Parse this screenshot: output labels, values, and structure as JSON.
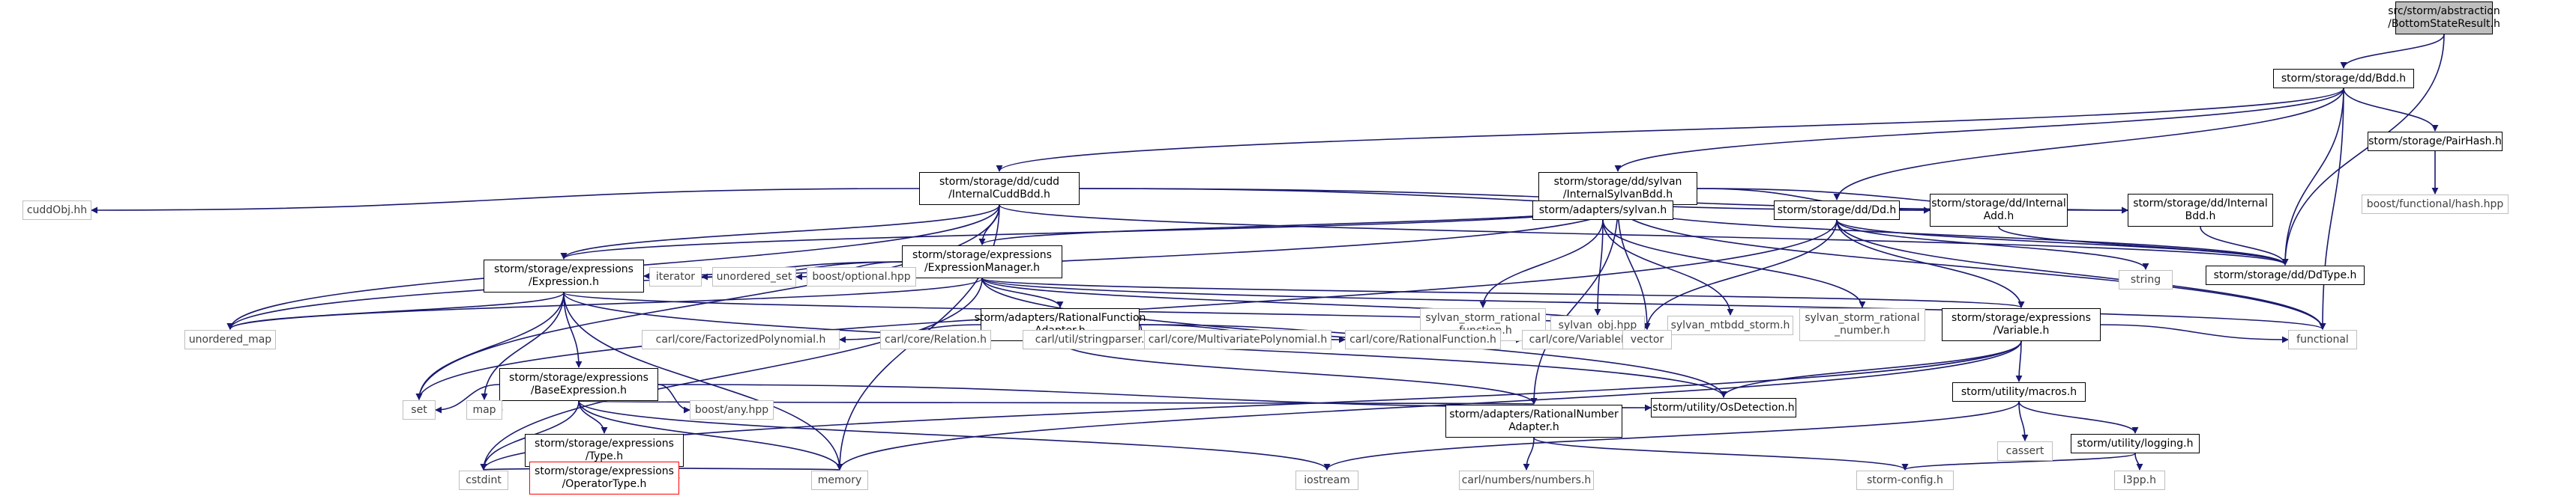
{
  "graph": {
    "edge_color": "#191970",
    "nodes": [
      {
        "id": "root",
        "kind": "root",
        "lines": [
          "src/storm/abstraction",
          "/BottomStateResult.h"
        ]
      },
      {
        "id": "bdd",
        "kind": "boxed",
        "lines": [
          "storm/storage/dd/Bdd.h"
        ]
      },
      {
        "id": "cudd",
        "kind": "boxed",
        "lines": [
          "storm/storage/dd/cudd",
          "/InternalCuddBdd.h"
        ]
      },
      {
        "id": "sylvanbdd",
        "kind": "boxed",
        "lines": [
          "storm/storage/dd/sylvan",
          "/InternalSylvanBdd.h"
        ]
      },
      {
        "id": "pairhash",
        "kind": "boxed",
        "lines": [
          "storm/storage/PairHash.h"
        ]
      },
      {
        "id": "boosthash",
        "kind": "plain",
        "lines": [
          "boost/functional/hash.hpp"
        ]
      },
      {
        "id": "cuddobj",
        "kind": "plain",
        "lines": [
          "cuddObj.hh"
        ]
      },
      {
        "id": "exprmgr",
        "kind": "boxed",
        "lines": [
          "storm/storage/expressions",
          "/ExpressionManager.h"
        ]
      },
      {
        "id": "adsylvan",
        "kind": "boxed",
        "lines": [
          "storm/adapters/sylvan.h"
        ]
      },
      {
        "id": "dd",
        "kind": "boxed",
        "lines": [
          "storm/storage/dd/Dd.h"
        ]
      },
      {
        "id": "intadd",
        "kind": "boxed",
        "lines": [
          "storm/storage/dd/Internal",
          "Add.h"
        ]
      },
      {
        "id": "intbdd",
        "kind": "boxed",
        "lines": [
          "storm/storage/dd/Internal",
          "Bdd.h"
        ]
      },
      {
        "id": "ddtype",
        "kind": "boxed",
        "lines": [
          "storm/storage/dd/DdType.h"
        ]
      },
      {
        "id": "expression",
        "kind": "boxed",
        "lines": [
          "storm/storage/expressions",
          "/Expression.h"
        ]
      },
      {
        "id": "iterator",
        "kind": "plain",
        "lines": [
          "iterator"
        ]
      },
      {
        "id": "uset",
        "kind": "plain",
        "lines": [
          "unordered_set"
        ]
      },
      {
        "id": "boostopt",
        "kind": "plain",
        "lines": [
          "boost/optional.hpp"
        ]
      },
      {
        "id": "rfadapter",
        "kind": "boxed",
        "lines": [
          "storm/adapters/RationalFunction",
          "Adapter.h"
        ]
      },
      {
        "id": "ratfunc",
        "kind": "plain",
        "lines": [
          "sylvan_storm_rational",
          "_function.h"
        ]
      },
      {
        "id": "sylobj",
        "kind": "plain",
        "lines": [
          "sylvan_obj.hpp"
        ]
      },
      {
        "id": "mtbdd",
        "kind": "plain",
        "lines": [
          "sylvan_mtbdd_storm.h"
        ]
      },
      {
        "id": "ratnum",
        "kind": "plain",
        "lines": [
          "sylvan_storm_rational",
          "_number.h"
        ]
      },
      {
        "id": "variable",
        "kind": "boxed",
        "lines": [
          "storm/storage/expressions",
          "/Variable.h"
        ]
      },
      {
        "id": "string",
        "kind": "plain",
        "lines": [
          "string"
        ]
      },
      {
        "id": "umap",
        "kind": "plain",
        "lines": [
          "unordered_map"
        ]
      },
      {
        "id": "baseexpr",
        "kind": "boxed",
        "lines": [
          "storm/storage/expressions",
          "/BaseExpression.h"
        ]
      },
      {
        "id": "factpoly",
        "kind": "plain",
        "lines": [
          "carl/core/FactorizedPolynomial.h"
        ]
      },
      {
        "id": "relation",
        "kind": "plain",
        "lines": [
          "carl/core/Relation.h"
        ]
      },
      {
        "id": "stringparser",
        "kind": "plain",
        "lines": [
          "carl/util/stringparser.h"
        ]
      },
      {
        "id": "multipoly",
        "kind": "plain",
        "lines": [
          "carl/core/MultivariatePolynomial.h"
        ]
      },
      {
        "id": "ratfunction",
        "kind": "plain",
        "lines": [
          "carl/core/RationalFunction.h"
        ]
      },
      {
        "id": "varpool",
        "kind": "plain",
        "lines": [
          "carl/core/VariablePool.h"
        ]
      },
      {
        "id": "vector",
        "kind": "plain",
        "lines": [
          "vector"
        ]
      },
      {
        "id": "macros",
        "kind": "boxed",
        "lines": [
          "storm/utility/macros.h"
        ]
      },
      {
        "id": "functional",
        "kind": "plain",
        "lines": [
          "functional"
        ]
      },
      {
        "id": "set",
        "kind": "plain",
        "lines": [
          "set"
        ]
      },
      {
        "id": "map",
        "kind": "plain",
        "lines": [
          "map"
        ]
      },
      {
        "id": "boostany",
        "kind": "plain",
        "lines": [
          "boost/any.hpp"
        ]
      },
      {
        "id": "typeh",
        "kind": "boxed",
        "lines": [
          "storm/storage/expressions",
          "/Type.h"
        ]
      },
      {
        "id": "rnadapter",
        "kind": "boxed",
        "lines": [
          "storm/adapters/RationalNumber",
          "Adapter.h"
        ]
      },
      {
        "id": "osdetect",
        "kind": "boxed",
        "lines": [
          "storm/utility/OsDetection.h"
        ]
      },
      {
        "id": "cassert",
        "kind": "plain",
        "lines": [
          "cassert"
        ]
      },
      {
        "id": "logging",
        "kind": "boxed",
        "lines": [
          "storm/utility/logging.h"
        ]
      },
      {
        "id": "cstdint",
        "kind": "plain",
        "lines": [
          "cstdint"
        ]
      },
      {
        "id": "optype",
        "kind": "red",
        "lines": [
          "storm/storage/expressions",
          "/OperatorType.h"
        ]
      },
      {
        "id": "memory",
        "kind": "plain",
        "lines": [
          "memory"
        ]
      },
      {
        "id": "iostream",
        "kind": "plain",
        "lines": [
          "iostream"
        ]
      },
      {
        "id": "numbers",
        "kind": "plain",
        "lines": [
          "carl/numbers/numbers.h"
        ]
      },
      {
        "id": "stormconfig",
        "kind": "plain",
        "lines": [
          "storm-config.h"
        ]
      },
      {
        "id": "l3pp",
        "kind": "plain",
        "lines": [
          "l3pp.h"
        ]
      }
    ],
    "edges": [
      [
        "root",
        "bdd"
      ],
      [
        "root",
        "ddtype"
      ],
      [
        "bdd",
        "cudd"
      ],
      [
        "bdd",
        "sylvanbdd"
      ],
      [
        "bdd",
        "pairhash"
      ],
      [
        "bdd",
        "dd"
      ],
      [
        "bdd",
        "ddtype"
      ],
      [
        "bdd",
        "functional"
      ],
      [
        "pairhash",
        "boosthash"
      ],
      [
        "cudd",
        "cuddobj"
      ],
      [
        "cudd",
        "exprmgr"
      ],
      [
        "cudd",
        "expression"
      ],
      [
        "cudd",
        "intadd"
      ],
      [
        "cudd",
        "intbdd"
      ],
      [
        "cudd",
        "ddtype"
      ],
      [
        "cudd",
        "umap"
      ],
      [
        "cudd",
        "set"
      ],
      [
        "cudd",
        "memory"
      ],
      [
        "sylvanbdd",
        "adsylvan"
      ],
      [
        "sylvanbdd",
        "exprmgr"
      ],
      [
        "sylvanbdd",
        "expression"
      ],
      [
        "sylvanbdd",
        "intadd"
      ],
      [
        "sylvanbdd",
        "intbdd"
      ],
      [
        "sylvanbdd",
        "ddtype"
      ],
      [
        "sylvanbdd",
        "umap"
      ],
      [
        "sylvanbdd",
        "functional"
      ],
      [
        "sylvanbdd",
        "vector"
      ],
      [
        "sylvanbdd",
        "rnadapter"
      ],
      [
        "adsylvan",
        "ratfunc"
      ],
      [
        "adsylvan",
        "sylobj"
      ],
      [
        "adsylvan",
        "mtbdd"
      ],
      [
        "adsylvan",
        "ratnum"
      ],
      [
        "exprmgr",
        "expression"
      ],
      [
        "exprmgr",
        "iterator"
      ],
      [
        "exprmgr",
        "uset"
      ],
      [
        "exprmgr",
        "boostopt"
      ],
      [
        "exprmgr",
        "rfadapter"
      ],
      [
        "exprmgr",
        "variable"
      ],
      [
        "exprmgr",
        "umap"
      ],
      [
        "exprmgr",
        "cstdint"
      ],
      [
        "exprmgr",
        "vector"
      ],
      [
        "exprmgr",
        "osdetect"
      ],
      [
        "exprmgr",
        "functional"
      ],
      [
        "dd",
        "variable"
      ],
      [
        "dd",
        "string"
      ],
      [
        "dd",
        "ddtype"
      ],
      [
        "dd",
        "vector"
      ],
      [
        "dd",
        "functional"
      ],
      [
        "dd",
        "set"
      ],
      [
        "intadd",
        "ddtype"
      ],
      [
        "intbdd",
        "ddtype"
      ],
      [
        "expression",
        "umap"
      ],
      [
        "expression",
        "baseexpr"
      ],
      [
        "expression",
        "set"
      ],
      [
        "expression",
        "map"
      ],
      [
        "expression",
        "vector"
      ],
      [
        "expression",
        "memory"
      ],
      [
        "expression",
        "osdetect"
      ],
      [
        "rfadapter",
        "factpoly"
      ],
      [
        "rfadapter",
        "relation"
      ],
      [
        "rfadapter",
        "stringparser"
      ],
      [
        "rfadapter",
        "multipoly"
      ],
      [
        "rfadapter",
        "ratfunction"
      ],
      [
        "rfadapter",
        "varpool"
      ],
      [
        "rfadapter",
        "rnadapter"
      ],
      [
        "variable",
        "macros"
      ],
      [
        "variable",
        "functional"
      ],
      [
        "variable",
        "osdetect"
      ],
      [
        "variable",
        "memory"
      ],
      [
        "variable",
        "cstdint"
      ],
      [
        "baseexpr",
        "set"
      ],
      [
        "baseexpr",
        "map"
      ],
      [
        "baseexpr",
        "cstdint"
      ],
      [
        "baseexpr",
        "boostany"
      ],
      [
        "baseexpr",
        "typeh"
      ],
      [
        "baseexpr",
        "memory"
      ],
      [
        "baseexpr",
        "iostream"
      ],
      [
        "baseexpr",
        "rnadapter"
      ],
      [
        "baseexpr",
        "osdetect"
      ],
      [
        "typeh",
        "optype"
      ],
      [
        "typeh",
        "memory"
      ],
      [
        "typeh",
        "cstdint"
      ],
      [
        "macros",
        "cassert"
      ],
      [
        "macros",
        "logging"
      ],
      [
        "macros",
        "iostream"
      ],
      [
        "logging",
        "stormconfig"
      ],
      [
        "logging",
        "l3pp"
      ],
      [
        "rnadapter",
        "numbers"
      ],
      [
        "rnadapter",
        "stormconfig"
      ]
    ]
  }
}
